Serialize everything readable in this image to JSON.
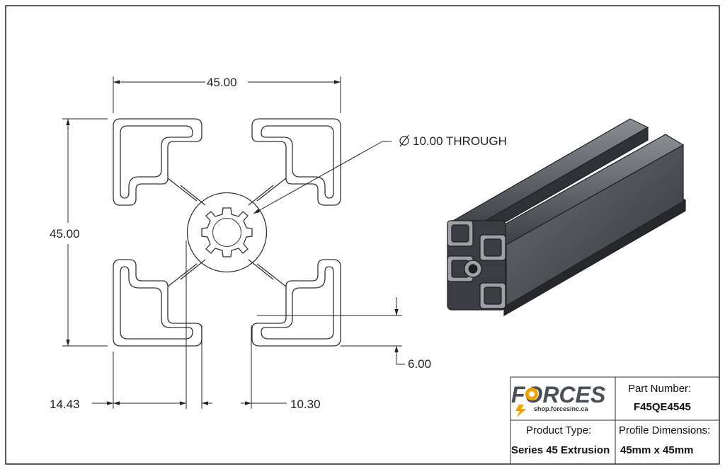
{
  "drawing": {
    "dim_width": "45.00",
    "dim_height": "45.00",
    "dim_hole": "10.00 THROUGH",
    "dim_slot_depth": "6.00",
    "dim_left": "14.43",
    "dim_slot_width": "10.30"
  },
  "title_block": {
    "logo_text": "FORCES",
    "logo_url": "shop.forcesinc.ca",
    "part_number_label": "Part Number:",
    "part_number_value": "F45QE4545",
    "product_type_label": "Product Type:",
    "product_type_value": "Series 45 Extrusion",
    "profile_dimensions_label": "Profile Dimensions:",
    "profile_dimensions_value": "45mm x 45mm"
  },
  "colors": {
    "line": "#222222",
    "logo_gray": "#4a4f57",
    "logo_gear": "#f2a100"
  },
  "icons": [
    "diameter-symbol",
    "lightning-bolt-icon",
    "gear-icon"
  ]
}
